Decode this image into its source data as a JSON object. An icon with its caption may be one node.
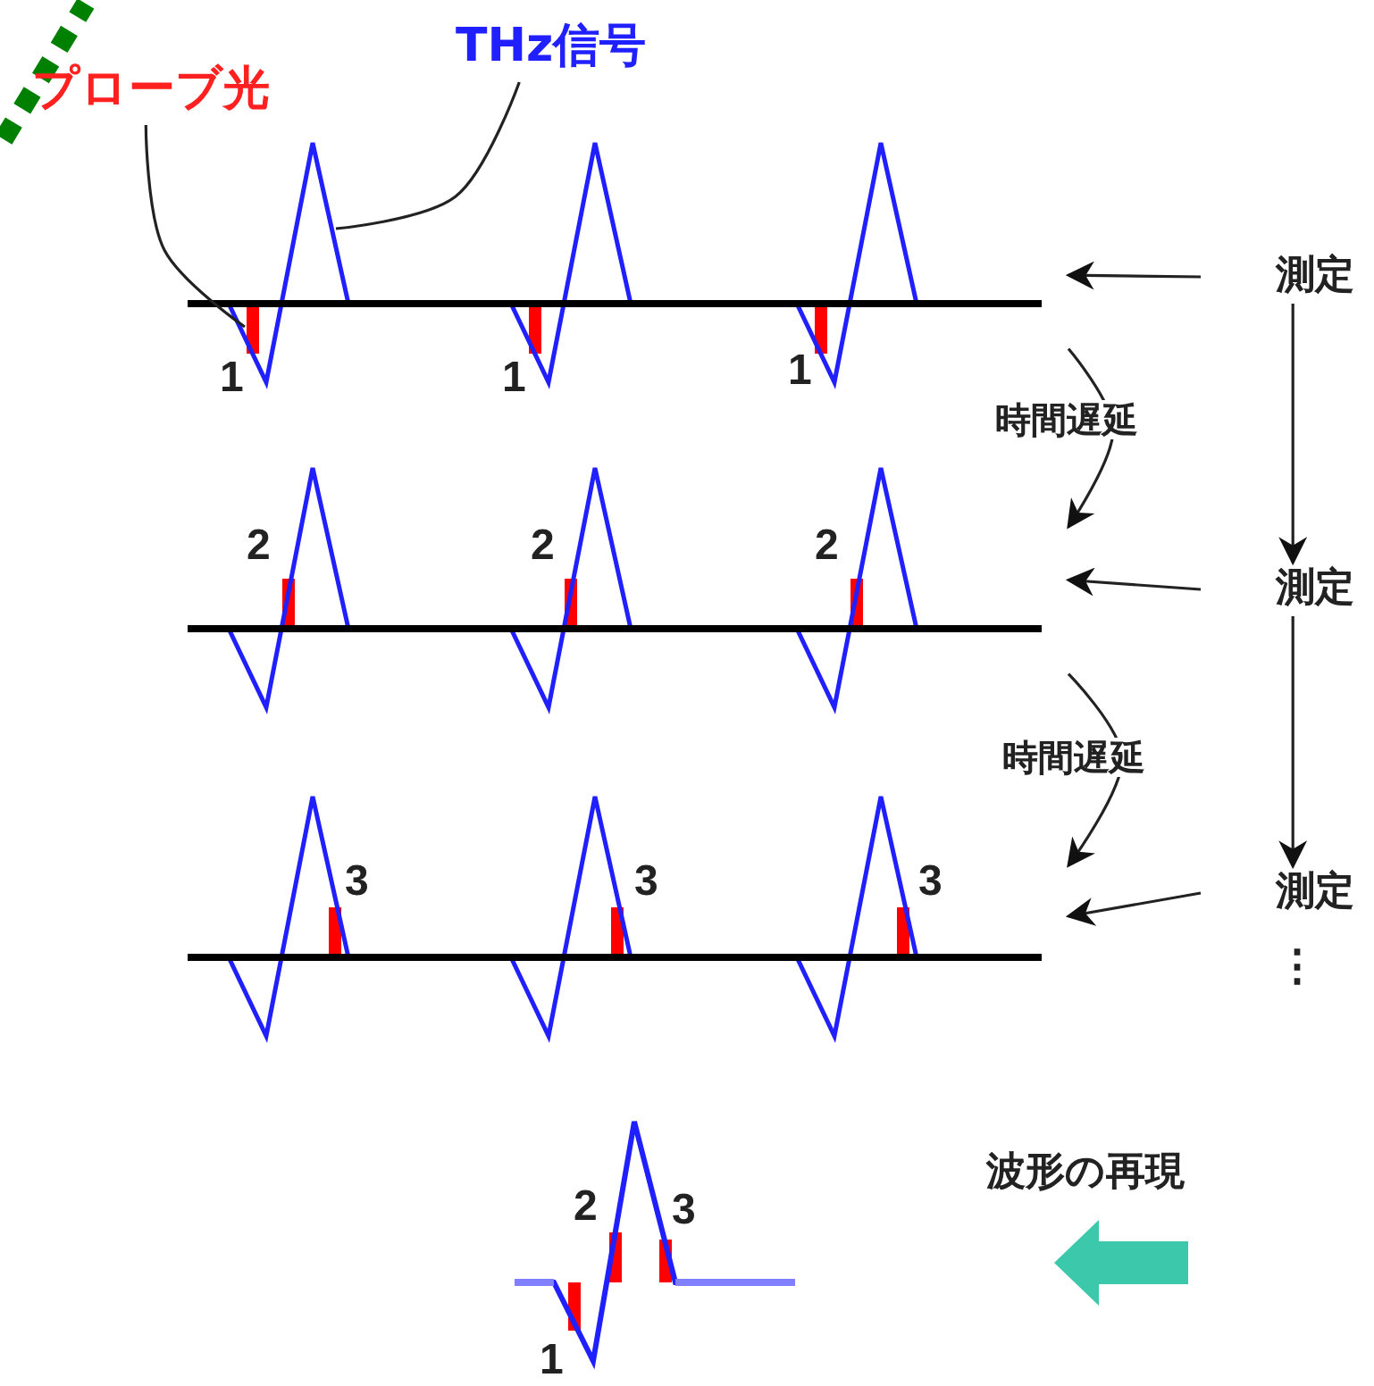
{
  "diagram": {
    "nodes": [
      {
        "text": [
          "プローブ光"
        ]
      },
      {
        "text": [
          "THz信号"
        ]
      },
      {
        "text": [],
        "shape": "picture"
      },
      {
        "text": [
          "測定"
        ]
      },
      {
        "text": [],
        "shape": "picture"
      },
      {
        "text": [
          "測定"
        ]
      },
      {
        "text": [],
        "shape": "picture"
      },
      {
        "text": [
          "測定"
        ]
      }
    ],
    "edges": [
      {
        "from": 0,
        "to": 2,
        "arrow": "none"
      },
      {
        "from": 1,
        "to": 2,
        "arrow": "none"
      },
      {
        "from": 3,
        "to": 2,
        "arrow": "to"
      },
      {
        "from": 2,
        "to": 4,
        "arrow": "to",
        "label": "時間遅延"
      },
      {
        "from": 3,
        "to": 5,
        "arrow": "to"
      },
      {
        "from": 5,
        "to": 4,
        "arrow": "to"
      },
      {
        "from": 4,
        "to": 6,
        "arrow": "to",
        "label": "時間遅延"
      },
      {
        "from": 5,
        "to": 7,
        "arrow": "to"
      },
      {
        "from": 7,
        "to": 6,
        "arrow": "to"
      }
    ],
    "labels": [
      "1",
      "1",
      "1",
      "2",
      "2",
      "2",
      "3",
      "3",
      "3",
      "⋮",
      "波形の再現",
      "2",
      "3",
      "1"
    ]
  }
}
